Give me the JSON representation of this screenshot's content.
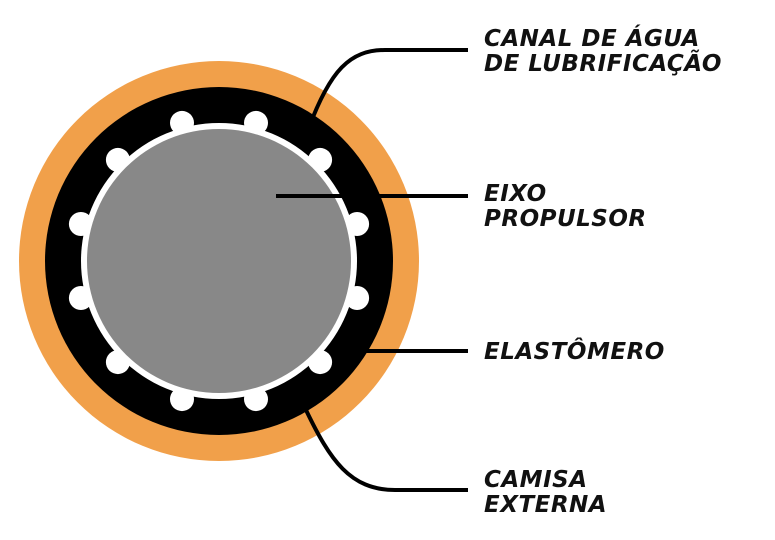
{
  "colors": {
    "outer_jacket": "#f1a04a",
    "elastomer": "#000000",
    "water_channels": "#ffffff",
    "shaft": "#888888",
    "leader_lines": "#000000",
    "text": "#111111"
  },
  "labels": {
    "water_channel": {
      "line1": "CANAL DE ÁGUA",
      "line2": "DE LUBRIFICAÇÃO"
    },
    "shaft": {
      "line1": "EIXO",
      "line2": "PROPULSOR"
    },
    "elastomer": {
      "line1": "ELASTÔMERO"
    },
    "jacket": {
      "line1": "CAMISA",
      "line2": "EXTERNA"
    }
  }
}
